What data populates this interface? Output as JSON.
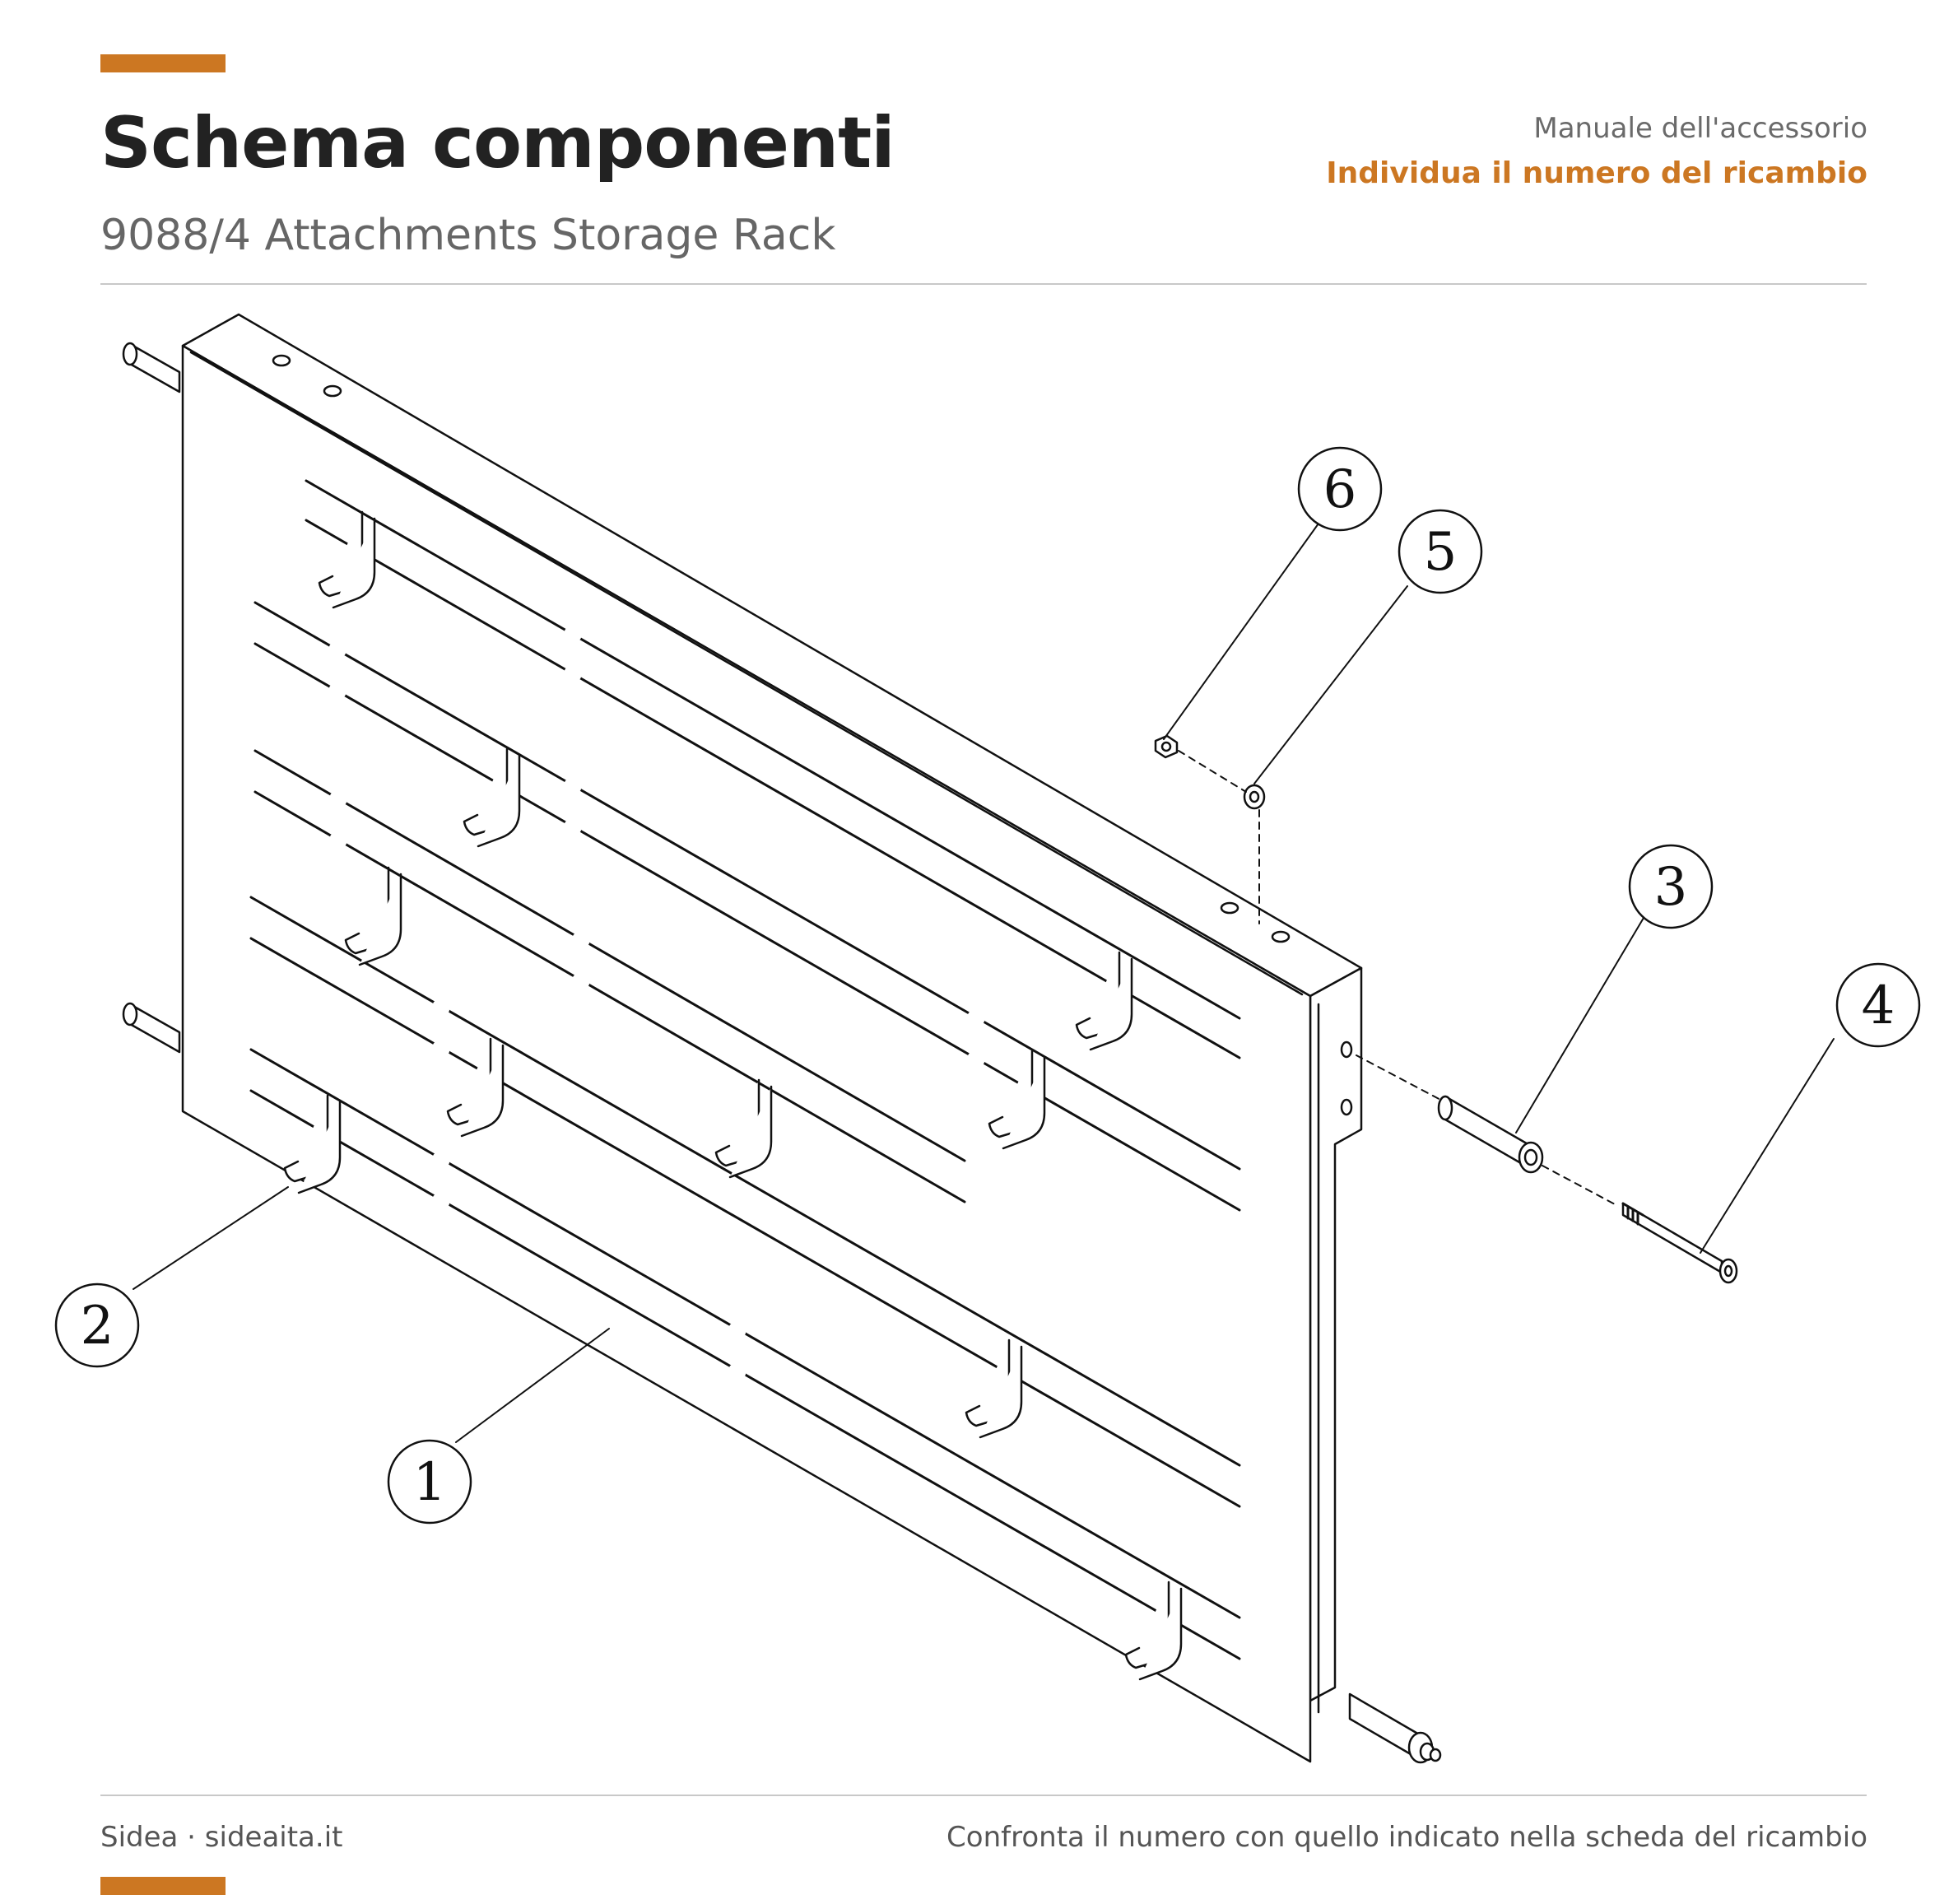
{
  "header": {
    "title": "Schema componenti",
    "subtitle": "9088/4 Attachments Storage Rack",
    "manual_label": "Manuale dell'accessorio",
    "manual_highlight": "Individua il numero del ricambio"
  },
  "footer": {
    "left": "Sidea · sideaita.it",
    "right": "Confronta il numero con quello indicato nella scheda del ricambio"
  },
  "colors": {
    "accent": "#cc7722",
    "text": "#222222",
    "muted": "#666666",
    "rule": "#c8c8c8"
  },
  "diagram": {
    "callouts": [
      "1",
      "2",
      "3",
      "4",
      "5",
      "6"
    ]
  }
}
